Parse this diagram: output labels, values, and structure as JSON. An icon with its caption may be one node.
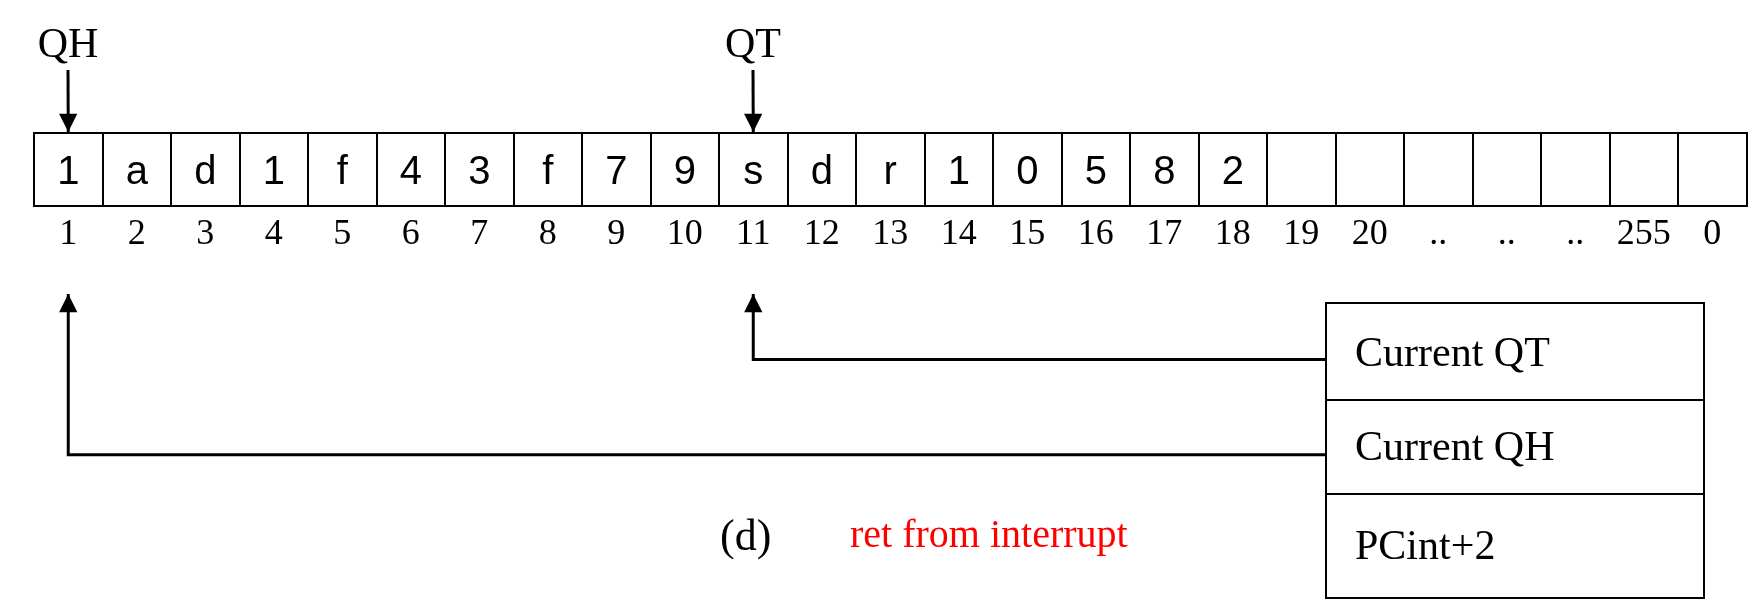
{
  "diagram": {
    "nodes": [
      {
        "text": [
          "QH"
        ]
      },
      {
        "text": [
          "QT"
        ]
      },
      {
        "text": [
          "1"
        ],
        "beside": [
          "1"
        ]
      },
      {
        "text": [
          "a"
        ],
        "beside": [
          "2"
        ]
      },
      {
        "text": [
          "d"
        ],
        "beside": [
          "3"
        ]
      },
      {
        "text": [
          "1"
        ],
        "beside": [
          "4"
        ]
      },
      {
        "text": [
          "f"
        ],
        "beside": [
          "5"
        ]
      },
      {
        "text": [
          "4"
        ],
        "beside": [
          "6"
        ]
      },
      {
        "text": [
          "3"
        ],
        "beside": [
          "7"
        ]
      },
      {
        "text": [
          "f"
        ],
        "beside": [
          "8"
        ]
      },
      {
        "text": [
          "7"
        ],
        "beside": [
          "9"
        ]
      },
      {
        "text": [
          "9"
        ],
        "beside": [
          "10"
        ]
      },
      {
        "text": [
          "s"
        ],
        "beside": [
          "11"
        ]
      },
      {
        "text": [
          "d"
        ],
        "beside": [
          "12"
        ]
      },
      {
        "text": [
          "r"
        ],
        "beside": [
          "13"
        ]
      },
      {
        "text": [
          "1"
        ],
        "beside": [
          "14"
        ]
      },
      {
        "text": [
          "0"
        ],
        "beside": [
          "15"
        ]
      },
      {
        "text": [
          "5"
        ],
        "beside": [
          "16"
        ]
      },
      {
        "text": [
          "8"
        ],
        "beside": [
          "17"
        ]
      },
      {
        "text": [
          "2"
        ],
        "beside": [
          "18"
        ]
      },
      {
        "text": [],
        "shape": "box",
        "beside": [
          "19"
        ]
      },
      {
        "text": [],
        "shape": "box",
        "beside": [
          "20"
        ]
      },
      {
        "text": [],
        "shape": "box",
        "beside": [
          ".."
        ]
      },
      {
        "text": [],
        "shape": "box",
        "beside": [
          ".."
        ]
      },
      {
        "text": [],
        "shape": "box",
        "beside": [
          ".."
        ]
      },
      {
        "text": [],
        "shape": "box",
        "beside": [
          "255"
        ]
      },
      {
        "text": [],
        "shape": "box",
        "beside": [
          "0"
        ]
      },
      {
        "text": [
          "Current QT"
        ]
      },
      {
        "text": [
          "Current QH"
        ]
      },
      {
        "text": [
          "PCint+2"
        ]
      }
    ],
    "edges": [
      {
        "from": 0,
        "to": 2,
        "arrow": "to"
      },
      {
        "from": 1,
        "to": 12,
        "arrow": "to"
      },
      {
        "from": 27,
        "to": 12,
        "arrow": "to"
      },
      {
        "from": 28,
        "to": 2,
        "arrow": "to"
      }
    ],
    "labels": [
      "(d)",
      "ret from interrupt"
    ]
  }
}
